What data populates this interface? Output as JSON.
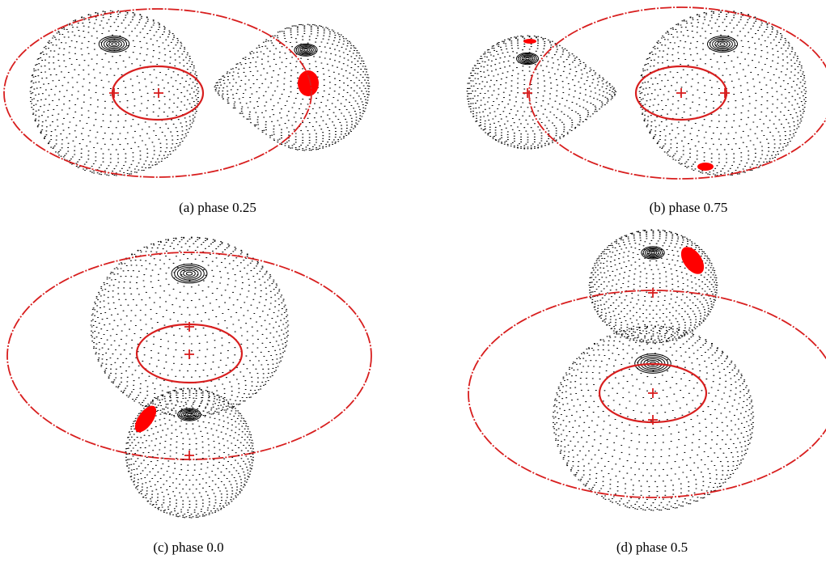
{
  "figure": {
    "panels": [
      {
        "id": "a",
        "caption": "(a) phase 0.25"
      },
      {
        "id": "b",
        "caption": "(b) phase 0.75"
      },
      {
        "id": "c",
        "caption": "(c) phase 0.0"
      },
      {
        "id": "d",
        "caption": "(d) phase 0.5"
      }
    ]
  },
  "colors": {
    "stars": "#000000",
    "orbit": "#d81e1e",
    "spot": "#ff0000",
    "background": "#ffffff"
  }
}
